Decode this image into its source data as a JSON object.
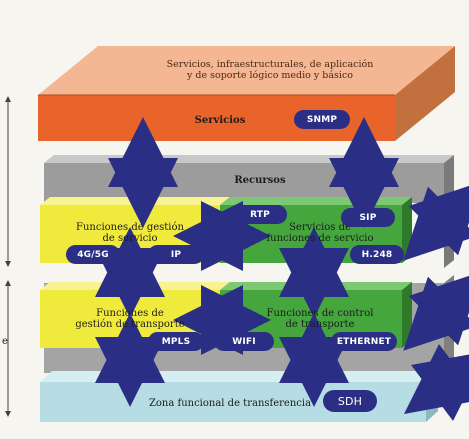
{
  "top_label_line1": "Servicios, infraestructurales, de aplicación",
  "top_label_line2": "y de soporte lógico medio y básico",
  "servicios_label": "Servicios",
  "recursos_label": "Recursos",
  "gestion_servicio_line1": "Funciones de gestión",
  "gestion_servicio_line2": "de servicio",
  "funciones_servicio_line1": "Servicios de",
  "funciones_servicio_line2": "funciones de servicio",
  "gestion_transporte_line1": "Funciones de",
  "gestion_transporte_line2": "gestión de transporte",
  "control_transporte_line1": "Funciones de control",
  "control_transporte_line2": "de transporte",
  "transferencia_label": "Zona funcional de transferencia",
  "side_letter": "e",
  "badges": {
    "snmp": "SNMP",
    "rtp": "RTP",
    "sip": "SIP",
    "g45": "4G/5G",
    "ip": "IP",
    "h248": "H.248",
    "mpls": "MPLS",
    "wifi": "WIFI",
    "ethernet": "ETHERNET",
    "sdh": "SDH"
  },
  "colors": {
    "orange": "#e8642a",
    "yellow": "#f0ea3c",
    "green": "#45a63e",
    "gray": "#9c9c9c",
    "cyan": "#b5dde3",
    "arrow": "#2a2e85"
  }
}
